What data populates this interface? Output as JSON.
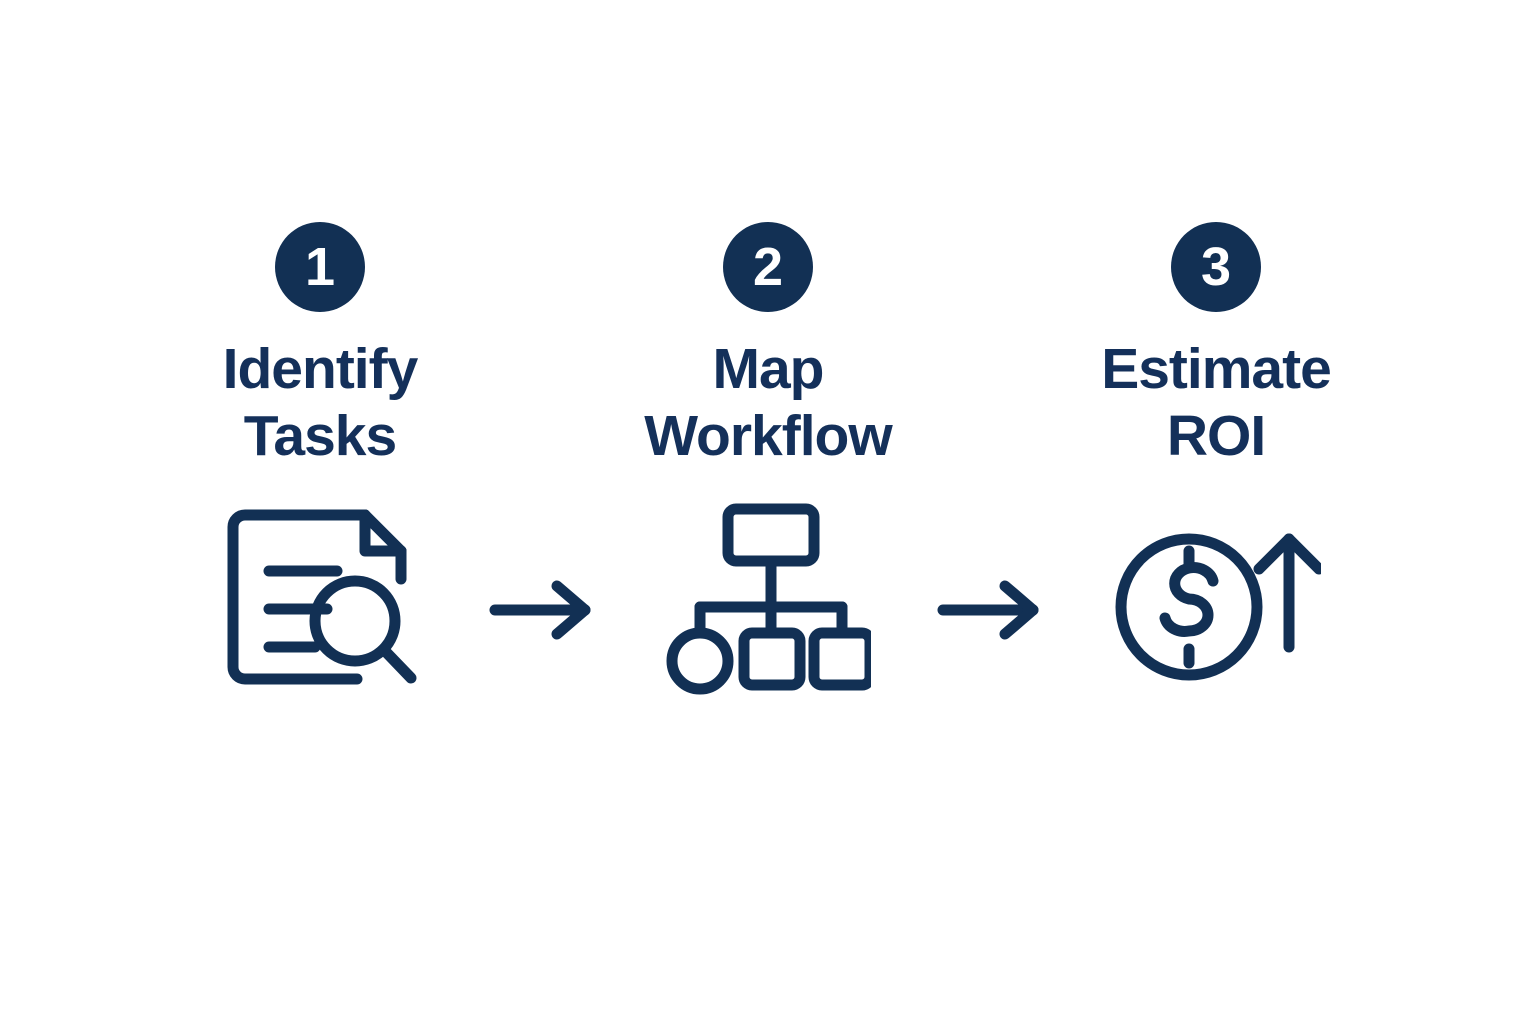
{
  "diagram": {
    "title": "Identify Tasks, Map Workflow, Estimate ROI",
    "type": "three-step horizontal process flow",
    "background_color": "#ffffff",
    "accent_color": "#123054",
    "text_color": "#14305a",
    "steps": [
      {
        "number": "1",
        "title": "Identify\nTasks",
        "title_line1": "Identify",
        "title_line2": "Tasks",
        "icon": "document-magnifier-icon",
        "icon_description": "document page with folded corner, three text lines, and a magnifying glass"
      },
      {
        "number": "2",
        "title": "Map\nWorkflow",
        "title_line1": "Map",
        "title_line2": "Workflow",
        "icon": "workflow-hierarchy-icon",
        "icon_description": "org chart with one parent box branching to a circle and two squares"
      },
      {
        "number": "3",
        "title": "Estimate\nROI",
        "title_line1": "Estimate",
        "title_line2": "ROI",
        "icon": "dollar-growth-icon",
        "icon_description": "dollar sign inside a circle next to an upward arrow"
      }
    ],
    "connectors": [
      {
        "icon": "arrow-right-icon",
        "from": "1",
        "to": "2"
      },
      {
        "icon": "arrow-right-icon",
        "from": "2",
        "to": "3"
      }
    ]
  }
}
